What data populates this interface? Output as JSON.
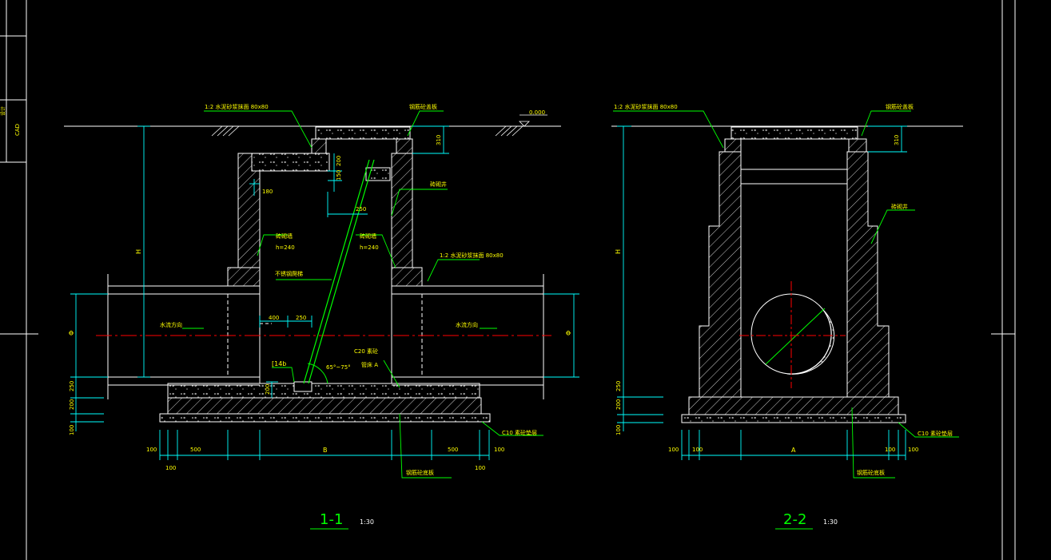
{
  "colors": {
    "background": "#000000",
    "outline": "#ffffff",
    "dimension": "#00ffff",
    "leader": "#00ff00",
    "annotation_text": "#ffff00",
    "centerline": "#ff0000"
  },
  "title_block": {
    "text_a": "设计",
    "text_b": "CAD"
  },
  "section_1": {
    "title": "1-1",
    "scale": "1:30",
    "labels": {
      "cover_mortar": "1:2  水泥砂浆抹面        80x80",
      "cover_plate": "钢筋砼盖板",
      "ground_level": "0.000",
      "wall_a": "砖砌井",
      "wall_b": "砖砌墙\nh=240",
      "wall_c": "砖砌墙\nh=240",
      "mortar_right": "1:2  水泥砂浆抹面        80x80",
      "ladder": "不锈钢爬梯",
      "flow_left": "水流方向",
      "flow_right": "水流方向",
      "angle_bar": "[14b",
      "slope": "65°~75°",
      "c20": "C20  素砼",
      "bed": "管床     A",
      "c10": "C10  素砼垫层",
      "base_slab": "钢筋砼底板"
    },
    "dims": {
      "cover_h": "310",
      "d200": "200",
      "d150": "150",
      "d250_top": "250",
      "d180": "180",
      "h": "H",
      "pipe": "Φ",
      "pipe_r": "Φ",
      "d400": "400",
      "d250": "250",
      "d200_sump": "200",
      "d250_v": "250",
      "d200_v": "200",
      "d100_v": "100",
      "d100_a": "100",
      "d500_a": "500",
      "d100_b": "100",
      "b": "B",
      "d500_b": "500",
      "d100_c": "100",
      "d100_d": "100"
    }
  },
  "section_2": {
    "title": "2-2",
    "scale": "1:30",
    "labels": {
      "cover_mortar": "1:2  水泥砂浆抹面        80x80",
      "cover_plate": "钢筋砼盖板",
      "wall": "砖砌井",
      "c10": "C10  素砼垫层",
      "base_slab": "钢筋砼底板"
    },
    "dims": {
      "cover_h": "310",
      "h": "H",
      "d250_v": "250",
      "d200_v": "200",
      "d100_v": "100",
      "d100_a": "100",
      "d100_b": "100",
      "a": "A",
      "d100_c": "100",
      "d100_d": "100"
    }
  }
}
